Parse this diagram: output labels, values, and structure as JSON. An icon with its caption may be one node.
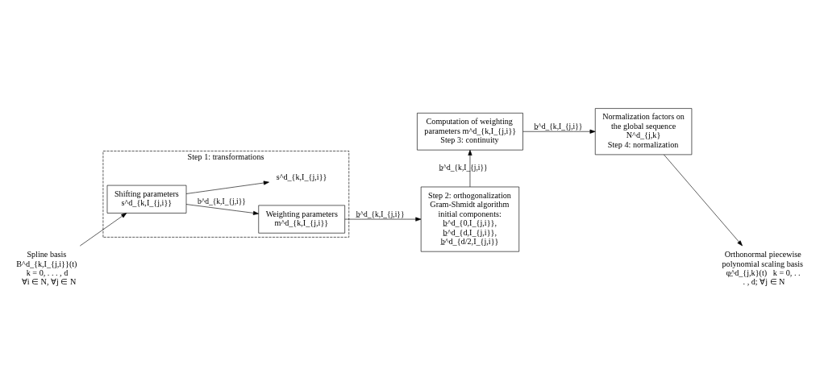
{
  "diagram": {
    "nodes": [
      {
        "text": [
          "Spline basis",
          "B^d_{k,I_{j,i}}(t)",
          "k = 0, . . . , d",
          "∀i ∈ N, ∀j ∈ N"
        ]
      },
      {
        "text": [
          "Step 1: transformations"
        ]
      },
      {
        "text": [
          "Shifting parameters",
          "s^d_{k,I_{j,i}}"
        ],
        "in": 1
      },
      {
        "text": [
          "Weighting parameters",
          "m^d_{k,I_{j,i}}"
        ],
        "in": 1
      },
      {
        "text": [
          "s^d_{k,I_{j,i}}"
        ],
        "in": 1
      },
      {
        "text": [
          "Step 2: orthogonalization",
          "Gram-Shmidt algorithm initial components: b̲^d_{0,I_{j,i}}, b̲^d_{d,I_{j,i}}, b̲^d_{d/2,I_{j,i}}"
        ]
      },
      {
        "text": [
          "Computation of weighting parameters m^d_{k,I_{j,i}}",
          "Step 3: continuity"
        ]
      },
      {
        "text": [
          "Normalization factors on the global sequence N^d_{j,k}",
          "Step 4: normalization"
        ]
      },
      {
        "text": [
          "Orthonormal piecewise polynomial scaling basis",
          "φ̲^d_{j,k}(t)   k = 0, . . . , d; ∀j ∈ N"
        ]
      }
    ],
    "edges": [
      {
        "from": 0,
        "to": 2,
        "arrow": "to"
      },
      {
        "from": 2,
        "to": 3,
        "arrow": "to",
        "label": "b^d_{k,I_{j,i}}"
      },
      {
        "from": 3,
        "to": 5,
        "arrow": "to",
        "label": "b̲^d_{k,I_{j,i}}"
      },
      {
        "from": 2,
        "to": 4,
        "arrow": "to"
      },
      {
        "from": 5,
        "to": 6,
        "arrow": "to",
        "label": "b̲^d_{k,I_{j,i}}"
      },
      {
        "from": 6,
        "to": 7,
        "arrow": "to",
        "label": "b̲^d_{k,I_{j,i}}"
      },
      {
        "from": 7,
        "to": 8,
        "arrow": "to"
      }
    ]
  }
}
